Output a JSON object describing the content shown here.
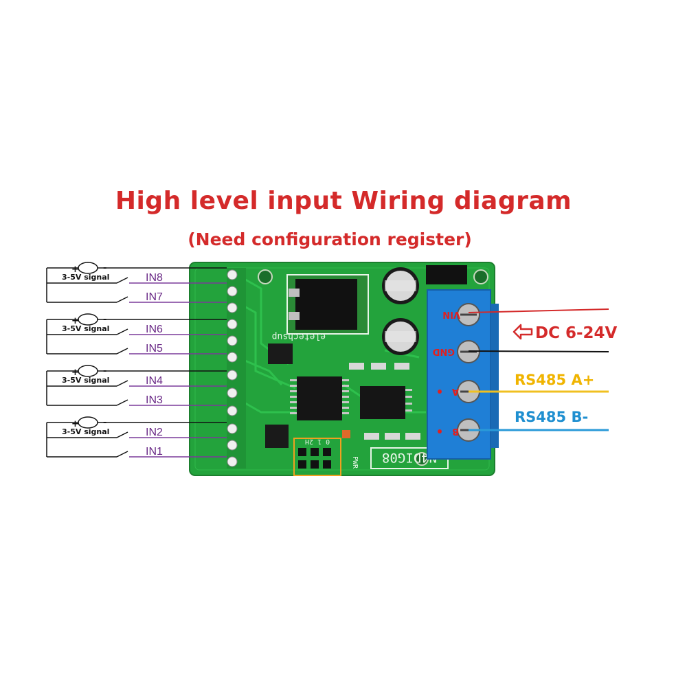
{
  "title": "High level input Wiring diagram",
  "subtitle": "(Need configuration register)",
  "signal_label": "3-5V signal",
  "plus": "+",
  "minus": "-",
  "inputs": [
    "IN8",
    "IN7",
    "IN6",
    "IN5",
    "IN4",
    "IN3",
    "IN2",
    "IN1"
  ],
  "right_labels": {
    "dc": "DC 6-24V",
    "rs485_a": "RS485 A+",
    "rs485_b": "RS485 B-"
  },
  "terminal_labels": {
    "vin": "VIN",
    "gnd": "GND",
    "a": "A",
    "b": "B"
  },
  "board": {
    "brand": "eletechsup",
    "model": "N4DIG08",
    "pwr": "PWR",
    "jumper": "0 1 2H"
  },
  "colors": {
    "title": "#d42a2a",
    "pcb": "#23a33c",
    "terminal": "#1f7fd6",
    "dc_wire": "#d42a2a",
    "gnd_wire": "#111111",
    "a_wire": "#f0c020",
    "b_wire": "#2a9ad8",
    "input_wire": "#7a3a9a",
    "rs485_a_label": "#f0b400",
    "rs485_b_label": "#1f8fd0",
    "dc_label": "#d42a2a"
  }
}
